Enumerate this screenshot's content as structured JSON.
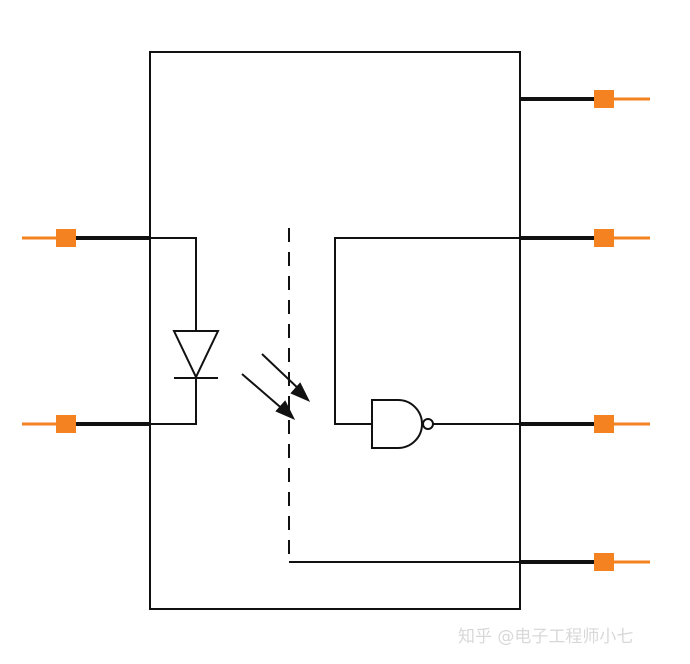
{
  "diagram": {
    "colors": {
      "line": "#111111",
      "pin": "#f58220",
      "background": "#ffffff"
    },
    "components": [
      "photodiode-icon",
      "light-arrows-icon",
      "nand-gate-icon"
    ],
    "pins": {
      "left_count": 2,
      "right_count": 4
    }
  },
  "watermark": {
    "text": "知乎 @电子工程师小七"
  }
}
